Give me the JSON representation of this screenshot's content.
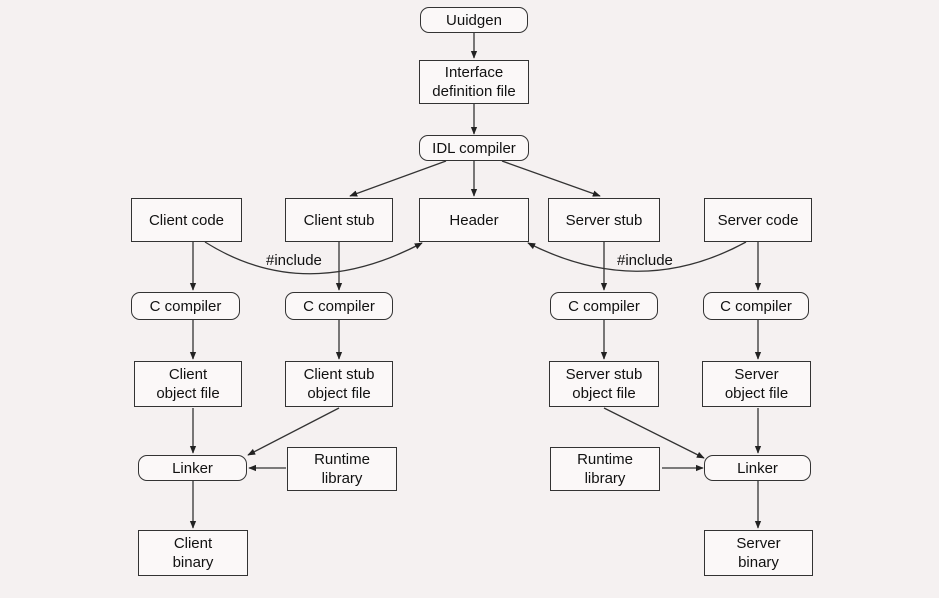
{
  "diagram": {
    "nodes": {
      "uuidgen": "Uuidgen",
      "idl_file": "Interface\ndefinition file",
      "idl_compiler": "IDL compiler",
      "client_code": "Client code",
      "client_stub": "Client stub",
      "header": "Header",
      "server_stub": "Server stub",
      "server_code": "Server code",
      "cc_client": "C compiler",
      "cc_client_stub": "C compiler",
      "cc_server_stub": "C compiler",
      "cc_server": "C compiler",
      "client_obj": "Client\nobject file",
      "client_stub_obj": "Client stub\nobject file",
      "server_stub_obj": "Server stub\nobject file",
      "server_obj": "Server\nobject file",
      "linker_client": "Linker",
      "runtime_client": "Runtime\nlibrary",
      "runtime_server": "Runtime\nlibrary",
      "linker_server": "Linker",
      "client_binary": "Client\nbinary",
      "server_binary": "Server\nbinary"
    },
    "edge_labels": {
      "include_left": "#include",
      "include_right": "#include"
    }
  }
}
